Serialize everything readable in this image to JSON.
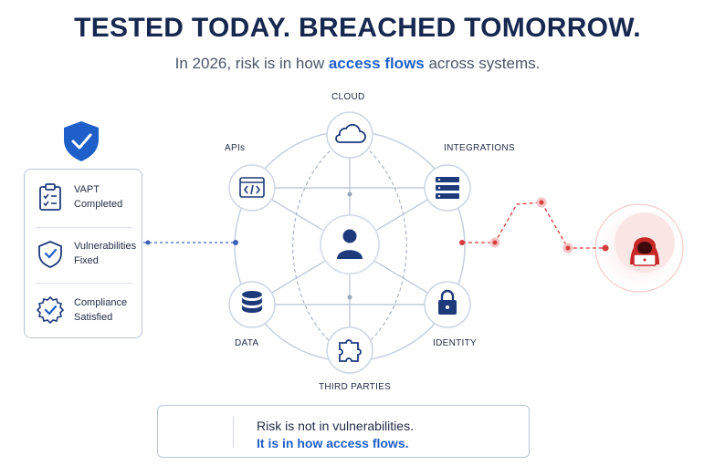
{
  "header": {
    "title": "TESTED TODAY. BREACHED TOMORROW.",
    "subtitle_pre": "In 2026, risk is in how ",
    "subtitle_highlight": "access flows",
    "subtitle_post": " across systems."
  },
  "nodes": {
    "cloud": "CLOUD",
    "apis": "APIs",
    "integrations": "INTEGRATIONS",
    "data": "DATA",
    "identity": "IDENTITY",
    "third_parties": "THIRD PARTIES"
  },
  "checklist": [
    {
      "line1": "VAPT",
      "line2": "Completed",
      "icon": "clipboard-check-icon"
    },
    {
      "line1": "Vulnerabilities",
      "line2": "Fixed",
      "icon": "shield-check-icon"
    },
    {
      "line1": "Compliance",
      "line2": "Satisfied",
      "icon": "badge-check-icon"
    }
  ],
  "banner": {
    "line1": "Risk is not in vulnerabilities.",
    "line2": "It is in how access flows."
  },
  "colors": {
    "navy": "#16284f",
    "accent_blue": "#1f5fc9",
    "threat_red": "#d63b3b"
  }
}
